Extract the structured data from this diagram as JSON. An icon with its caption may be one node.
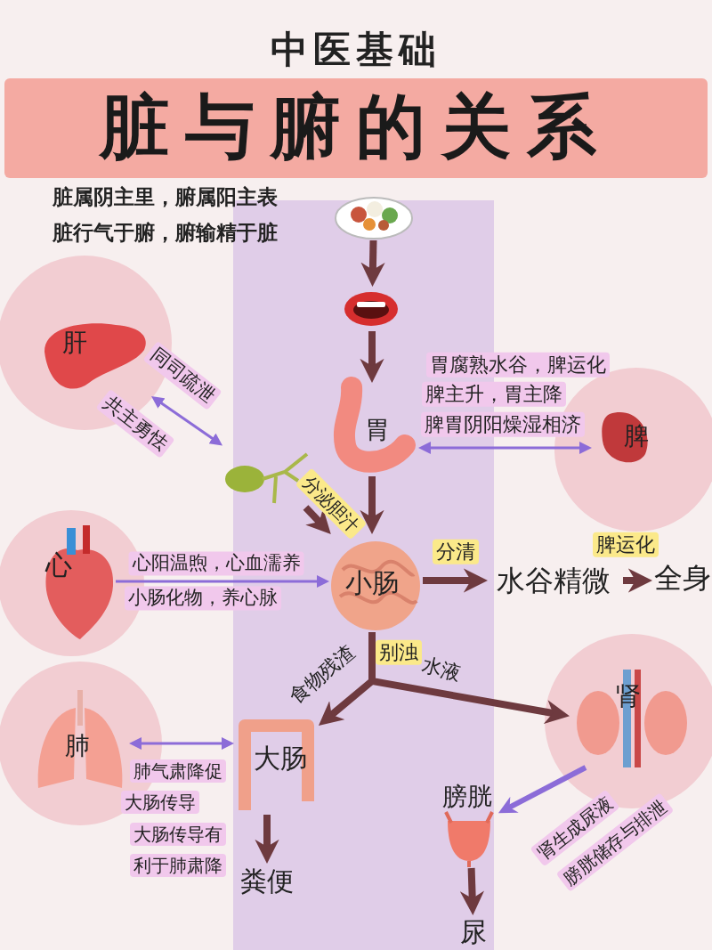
{
  "diagram": {
    "title": "中医基础",
    "nodes": [
      {
        "text": [
          "脏与腑的关系"
        ]
      },
      {
        "text": [],
        "shape": "picture"
      },
      {
        "text": [],
        "shape": "picture"
      },
      {
        "text": [
          "肝"
        ]
      },
      {
        "text": [
          "胃"
        ]
      },
      {
        "text": [
          "脾"
        ]
      },
      {
        "text": [],
        "shape": "picture"
      },
      {
        "text": [
          "心"
        ]
      },
      {
        "text": [
          "小肠"
        ]
      },
      {
        "text": [
          "水谷精微"
        ]
      },
      {
        "text": [
          "全身"
        ]
      },
      {
        "text": [
          "肺"
        ]
      },
      {
        "text": [
          "大肠"
        ]
      },
      {
        "text": [
          "粪便"
        ]
      },
      {
        "text": [
          "肾"
        ]
      },
      {
        "text": [
          "膀胱"
        ]
      },
      {
        "text": [
          "尿"
        ]
      }
    ],
    "edges": [
      {
        "from": 1,
        "to": 2,
        "arrow": "to"
      },
      {
        "from": 2,
        "to": 4,
        "arrow": "to"
      },
      {
        "from": 3,
        "to": 6,
        "arrow": "both",
        "color": "#8c6cd8"
      },
      {
        "from": 4,
        "to": 5,
        "arrow": "both",
        "color": "#8c6cd8"
      },
      {
        "from": 6,
        "to": 8,
        "arrow": "to",
        "label": "分泌胆汁"
      },
      {
        "from": 7,
        "to": 8,
        "arrow": "to",
        "color": "#8c6cd8"
      },
      {
        "from": 4,
        "to": 8,
        "arrow": "to"
      },
      {
        "from": 8,
        "to": 9,
        "arrow": "to",
        "label": "分清"
      },
      {
        "from": 9,
        "to": 10,
        "arrow": "to",
        "label": "脾运化"
      },
      {
        "from": 8,
        "to": 12,
        "arrow": "to",
        "label": "食物残渣"
      },
      {
        "from": 8,
        "to": 14,
        "arrow": "to",
        "label": "水液"
      },
      {
        "from": 11,
        "to": 12,
        "arrow": "both",
        "color": "#8c6cd8"
      },
      {
        "from": 12,
        "to": 13,
        "arrow": "to"
      },
      {
        "from": 14,
        "to": 15,
        "arrow": "to",
        "color": "#8c6cd8"
      },
      {
        "from": 15,
        "to": 16,
        "arrow": "to"
      }
    ],
    "labels": [
      "脏属阴主里，腑属阳主表",
      "脏行气于腑，腑输精于脏",
      "同司疏泄",
      "共主勇怯",
      "胃腐熟水谷，脾运化",
      "脾主升，胃主降",
      "脾胃阴阳燥湿相济",
      "心阳温煦，心血濡养",
      "小肠化物，养心脉",
      "别浊",
      "肺气肃降促",
      "大肠传导",
      "大肠传导有",
      "利于肺肃降",
      "肾生成尿液",
      "膀胱储存与排泄"
    ]
  }
}
